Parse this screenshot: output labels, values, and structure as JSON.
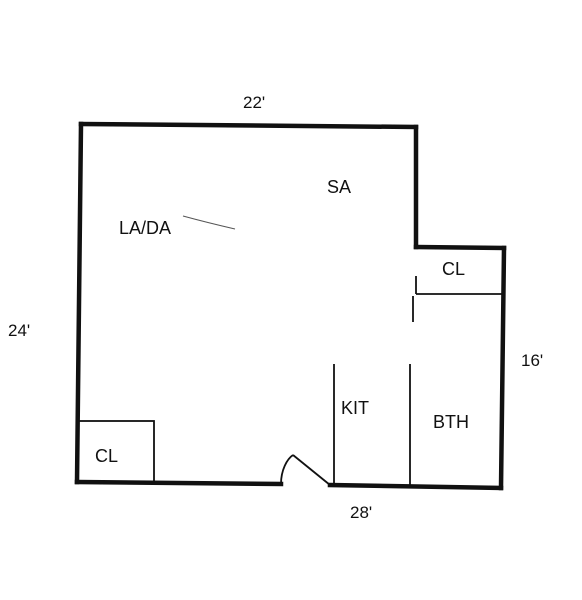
{
  "dimensions": {
    "top": "22'",
    "left": "24'",
    "right": "16'",
    "bottom": "28'"
  },
  "rooms": {
    "living_dining": "LA/DA",
    "sleeping_area": "SA",
    "closet_upper": "CL",
    "closet_lower": "CL",
    "kitchen": "KIT",
    "bathroom": "BTH"
  },
  "colors": {
    "wall": "#111111",
    "background": "#ffffff"
  }
}
